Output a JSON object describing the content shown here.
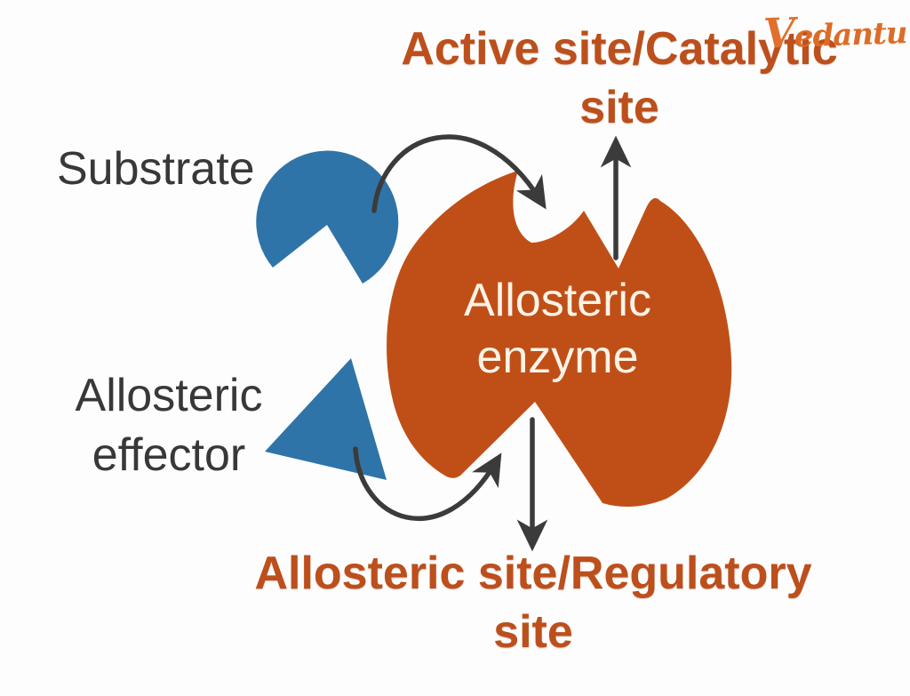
{
  "logo": {
    "text": "Vedantu",
    "color": "#dd6b28"
  },
  "title_top": {
    "line1": "Active site/Catalytic",
    "line2": "site"
  },
  "title_bottom": {
    "line1": "Allosteric site/Regulatory",
    "line2": "site"
  },
  "labels": {
    "substrate": "Substrate",
    "effector_line1": "Allosteric",
    "effector_line2": "effector",
    "enzyme_line1": "Allosteric",
    "enzyme_line2": "enzyme"
  },
  "colors": {
    "title_orange": "#bc4f1c",
    "enzyme_fill": "#c04f17",
    "substrate_fill": "#2f74a8",
    "effector_fill": "#2f74a8",
    "arrow": "#3b3b3b",
    "label_gray": "#383838",
    "enzyme_text": "#fcf3e6",
    "background": "#fdfdfd"
  }
}
